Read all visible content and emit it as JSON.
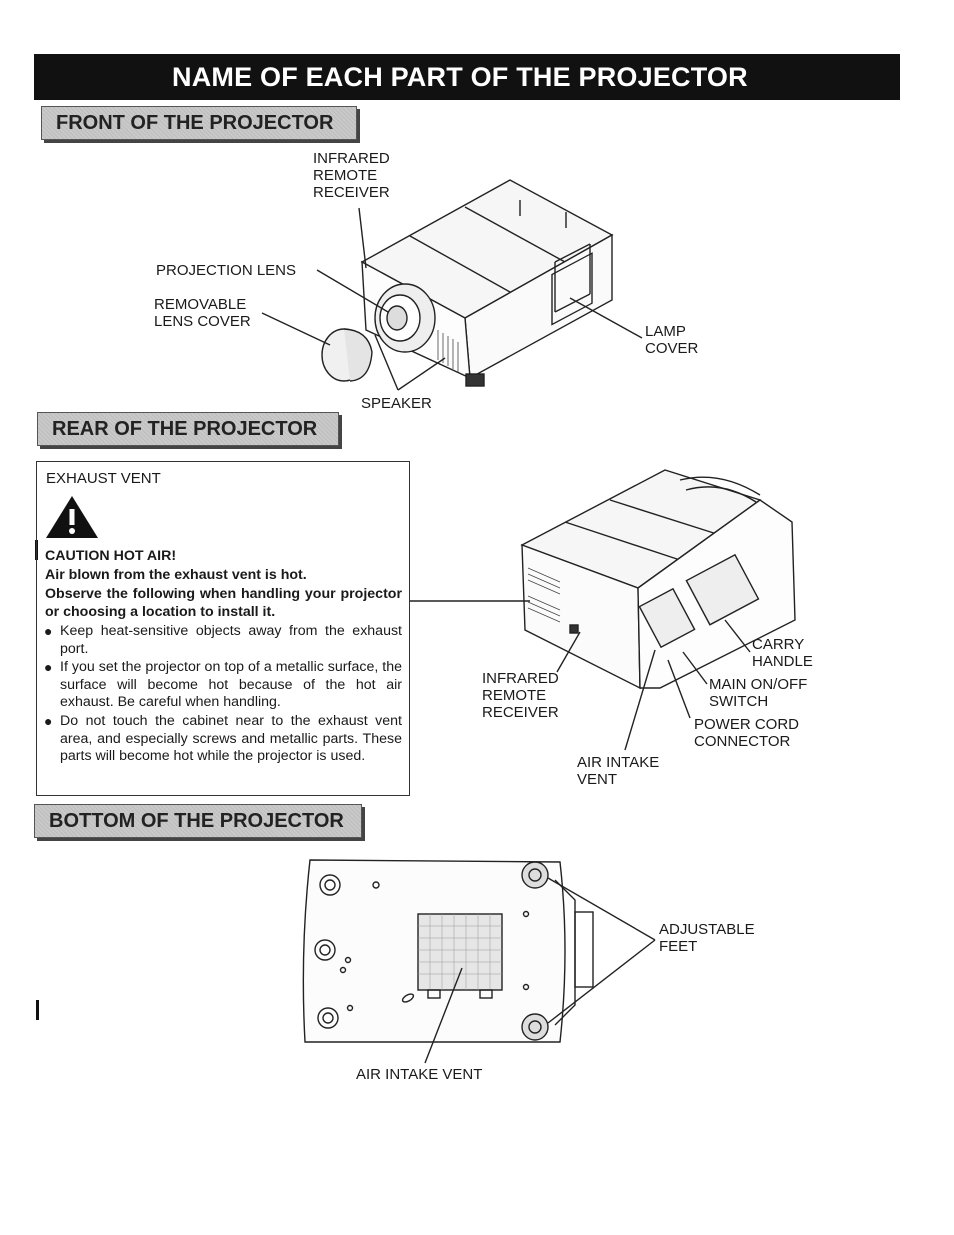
{
  "page_title": "NAME OF EACH PART OF THE PROJECTOR",
  "sections": {
    "front": {
      "title": "FRONT OF THE PROJECTOR",
      "labels": {
        "infrared": "INFRARED\nREMOTE\nRECEIVER",
        "lens": "PROJECTION LENS",
        "lens_cover": "REMOVABLE\nLENS COVER",
        "lamp_cover": "LAMP\nCOVER",
        "speaker": "SPEAKER"
      }
    },
    "rear": {
      "title": "REAR OF THE PROJECTOR",
      "labels": {
        "infrared": "INFRARED\nREMOTE\nRECEIVER",
        "carry_handle": "CARRY\nHANDLE",
        "main_switch": "MAIN ON/OFF\nSWITCH",
        "power_cord": "POWER CORD\nCONNECTOR",
        "air_intake": "AIR INTAKE\nVENT"
      }
    },
    "bottom": {
      "title": "BOTTOM OF THE PROJECTOR",
      "labels": {
        "adjustable_feet": "ADJUSTABLE\nFEET",
        "air_intake": "AIR INTAKE VENT"
      }
    }
  },
  "caution": {
    "exhaust_label": "EXHAUST VENT",
    "heading": "CAUTION HOT AIR!",
    "line1": "Air blown from the exhaust vent is hot.",
    "line2": "Observe the following when handling your projector or choosing a location to install it.",
    "bullets": [
      "Keep heat-sensitive objects away from the exhaust port.",
      "If you set the projector on top of a metallic surface, the surface will become hot because of the hot air exhaust. Be careful when handling.",
      "Do not touch the cabinet near to the exhaust vent area, and especially screws and metallic parts. These parts will become hot while the projector is used."
    ]
  }
}
